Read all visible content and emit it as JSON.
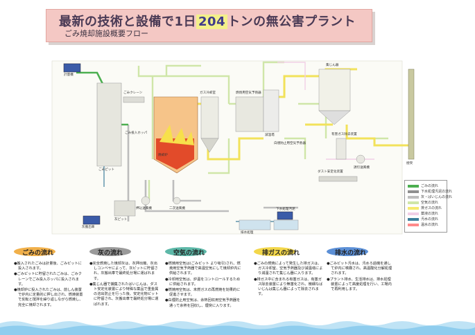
{
  "header": {
    "title_pre": "最新の技術と設備で1日",
    "title_num": "204",
    "title_post": "トンの無公害プラント",
    "subtitle": "ごみ焼却施設概要フロー"
  },
  "legend": {
    "items": [
      {
        "label": "ごみの流れ",
        "color": "#4caf50"
      },
      {
        "label": "下水処理汚泥の流れ",
        "color": "#8f8f8f"
      },
      {
        "label": "灰・ばいじんの流れ",
        "color": "#bdbdbd"
      },
      {
        "label": "空気の流れ",
        "color": "#cfe6a8"
      },
      {
        "label": "排ガスの流れ",
        "color": "#f6ea6f"
      },
      {
        "label": "薬液の流れ",
        "color": "#f2cfe6"
      },
      {
        "label": "汚水の流れ",
        "color": "#3e7f9c"
      },
      {
        "label": "温水の流れ",
        "color": "#ff8a8a"
      }
    ]
  },
  "sections": [
    {
      "title": "ごみの流れ",
      "color": "#f1b04a",
      "items": [
        "●搬入されたごみは計量後、ごみピットに投入されます。",
        "●ごみピットに貯留されたごみは、ごみクレーンでごみ投入ホッパに投入されます。",
        "●焼却炉に投入されたごみは、前しん装置で炉内に定量的に押し出され、燃焼装置で反転と撹拌を繰り返しながら燃焼し、完全に焼却されます。"
      ]
    },
    {
      "title": "灰の流れ",
      "color": "#9a9a9a",
      "items": [
        "●完全燃焼した焼却灰は、灰押出機、灰出しコンベヤによって、灰ピットに貯留され、灰搬出車で最終処分場に運ばれます。",
        "●集じん器で捕集されたばいじんは、ダスト安定化装置により特殊な薬品で重金属の溶出防止を行った後、安定化物ピットに貯留され、灰搬出車で最終処分場に運ばれます。"
      ]
    },
    {
      "title": "空気の流れ",
      "color": "#5db8a8",
      "items": [
        "●燃焼用空気は(ごみピット より吸引)され、燃焼用空気予熱器で高温空気にして焼却炉内に供給されます。",
        "●冷却用空気は、炉温をコントロールするために供給されます。",
        "●燃焼用空気は、未燃ガスの再燃焼を効果的に促進させます。",
        "●白煙防止用空気は、余熱回収用空気予熱器を通って余熱を回収し、煙突に入ります。"
      ]
    },
    {
      "title": "排ガスの流れ",
      "color": "#f3d74a",
      "items": [
        "●ごみの燃焼によって発生した排ガスは、ガス冷却室、空気予熱器及び減温塔により減温されて集じん器に入ります。",
        "●排ガス中に含まれる有害ガスは、有害ガス除去装置により無害化され、微細なばいじんは集じん器によって除去されます。"
      ]
    },
    {
      "title": "排水の流れ",
      "color": "#5b8fd6",
      "items": [
        "●ごみピット汚水は、汚水ろ過機を通して炉内に噴霧され、高温酸化分解処理されます。",
        "●プラント排水、生活排水は、排水処理装置によって高度処理を行い、工場内で再利用します。"
      ]
    }
  ],
  "labels": {
    "pit": "ごみピット",
    "crane": "ごみクレーン",
    "hopper": "ごみ投入ホッパ",
    "furnace": "焼却炉",
    "cooling": "ガス冷却室",
    "airheater": "燃焼用空気予熱器",
    "tower": "減温塔",
    "filter": "集じん器",
    "chimney": "煙突",
    "fan": "誘引送風機",
    "ashpit": "灰ピット",
    "truck": "灰搬出車",
    "scale": "計量機",
    "water": "排水処理",
    "sludge": "下水処理汚泥",
    "stabilizer": "ダスト安定化装置",
    "gas": "有害ガス除去装置",
    "blower1": "押込送風機",
    "blower2": "二次送風機",
    "steam": "白煙防止用空気予熱器"
  }
}
